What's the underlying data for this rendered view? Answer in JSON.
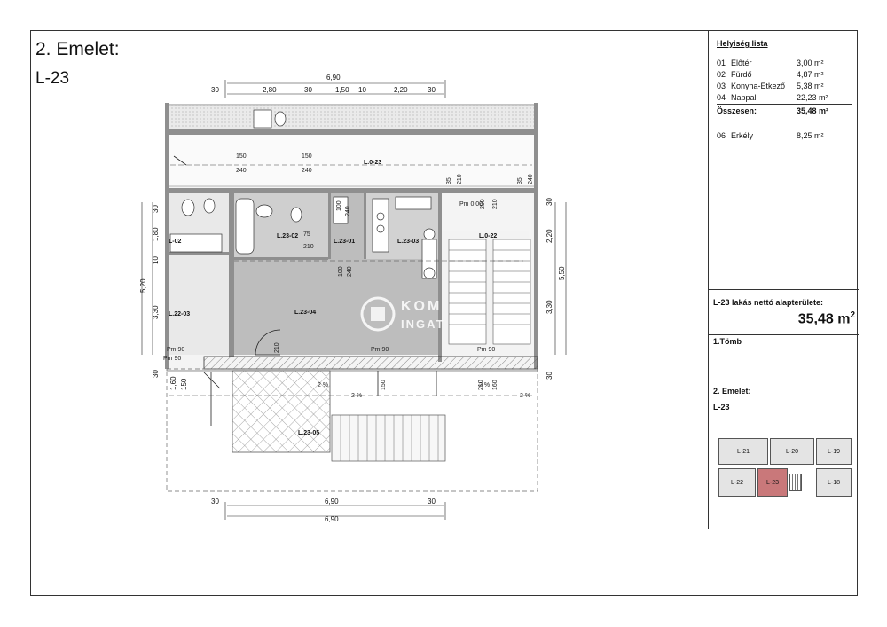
{
  "header": {
    "floor": "2. Emelet:",
    "unit": "L-23"
  },
  "room_list": {
    "title": "Helyiség lista",
    "rooms": [
      {
        "num": "01",
        "name": "Előtér",
        "area": "3,00 m²"
      },
      {
        "num": "02",
        "name": "Fürdő",
        "area": "4,87 m²"
      },
      {
        "num": "03",
        "name": "Konyha-Étkező",
        "area": "5,38 m²"
      },
      {
        "num": "04",
        "name": "Nappali",
        "area": "22,23 m²"
      }
    ],
    "total_label": "Összesen:",
    "total_area": "35,48 m²",
    "balcony": {
      "num": "06",
      "name": "Erkély",
      "area": "8,25 m²"
    }
  },
  "net_area": {
    "label": "L-23 lakás nettó alapterülete:",
    "value": "35,48 m",
    "sup": "2"
  },
  "block": "1.Tömb",
  "location": {
    "floor": "2. Emelet:",
    "unit": "L-23"
  },
  "key_plan": {
    "units": [
      "L-21",
      "L-20",
      "L-19",
      "L-22",
      "L-23",
      "L-18"
    ],
    "highlight_color": "#c9787a"
  },
  "plan": {
    "dims_top": [
      "6,90",
      "30",
      "2,80",
      "30",
      "1,50",
      "10",
      "2,20",
      "30"
    ],
    "dims_bottom": [
      "30",
      "6,90",
      "30",
      "6,90"
    ],
    "dims_left": [
      "30",
      "1,80",
      "10",
      "5,20",
      "3,30",
      "30",
      "1,60",
      "150"
    ],
    "dims_right": [
      "30",
      "2,20",
      "5,50",
      "3,30",
      "30"
    ],
    "room_labels": [
      "L.0-23",
      "L.23-02",
      "L.23-01",
      "L.23-03",
      "L.0-22",
      "L.22-03",
      "L.23-04",
      "L.23-05",
      "L-02"
    ],
    "labels_misc": [
      "150",
      "240",
      "150",
      "240",
      "100",
      "240",
      "75",
      "210",
      "Pm 90",
      "Pm 90",
      "Pm 90",
      "Pm 90",
      "210",
      "100",
      "240",
      "35",
      "210",
      "35",
      "240",
      "Pm 0,00",
      "200",
      "210",
      "150",
      "210",
      "160",
      "2 %",
      "2 %",
      "2 %",
      "2 %"
    ],
    "wall_color": "#9a9a9a",
    "hatch_color": "#555555"
  },
  "watermark": {
    "line1": "KOM",
    "line2": "INGAT"
  }
}
